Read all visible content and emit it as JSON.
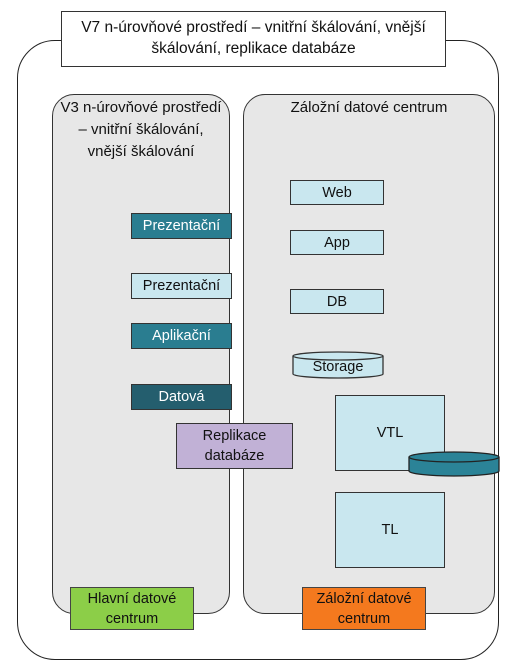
{
  "diagram": {
    "title": "V7 n-úrovňové prostředí – vnitřní škálování, vnější škálování, replikace databáze",
    "left_panel": {
      "title": "V3 n-úrovňové prostředí – vnitřní škálování, vnější škálování",
      "tiers": [
        "Prezentační",
        "Prezentační",
        "Aplikační",
        "Datová"
      ],
      "footer": "Hlavní datové centrum"
    },
    "right_panel": {
      "title": "Záložní datové centrum",
      "tiers": [
        "Web",
        "App",
        "DB"
      ],
      "storage": "Storage",
      "vtl": "VTL",
      "tl": "TL",
      "footer": "Záložní datové centrum"
    },
    "replication": "Replikace databáze"
  },
  "colors": {
    "panel_fill": "#e7e7e7",
    "tier_dark": "#2a7d90",
    "tier_darker": "#245e6e",
    "tier_light": "#c9e7ef",
    "replication": "#c1b1d6",
    "main_dc": "#8cce48",
    "backup_dc": "#f4791e"
  }
}
